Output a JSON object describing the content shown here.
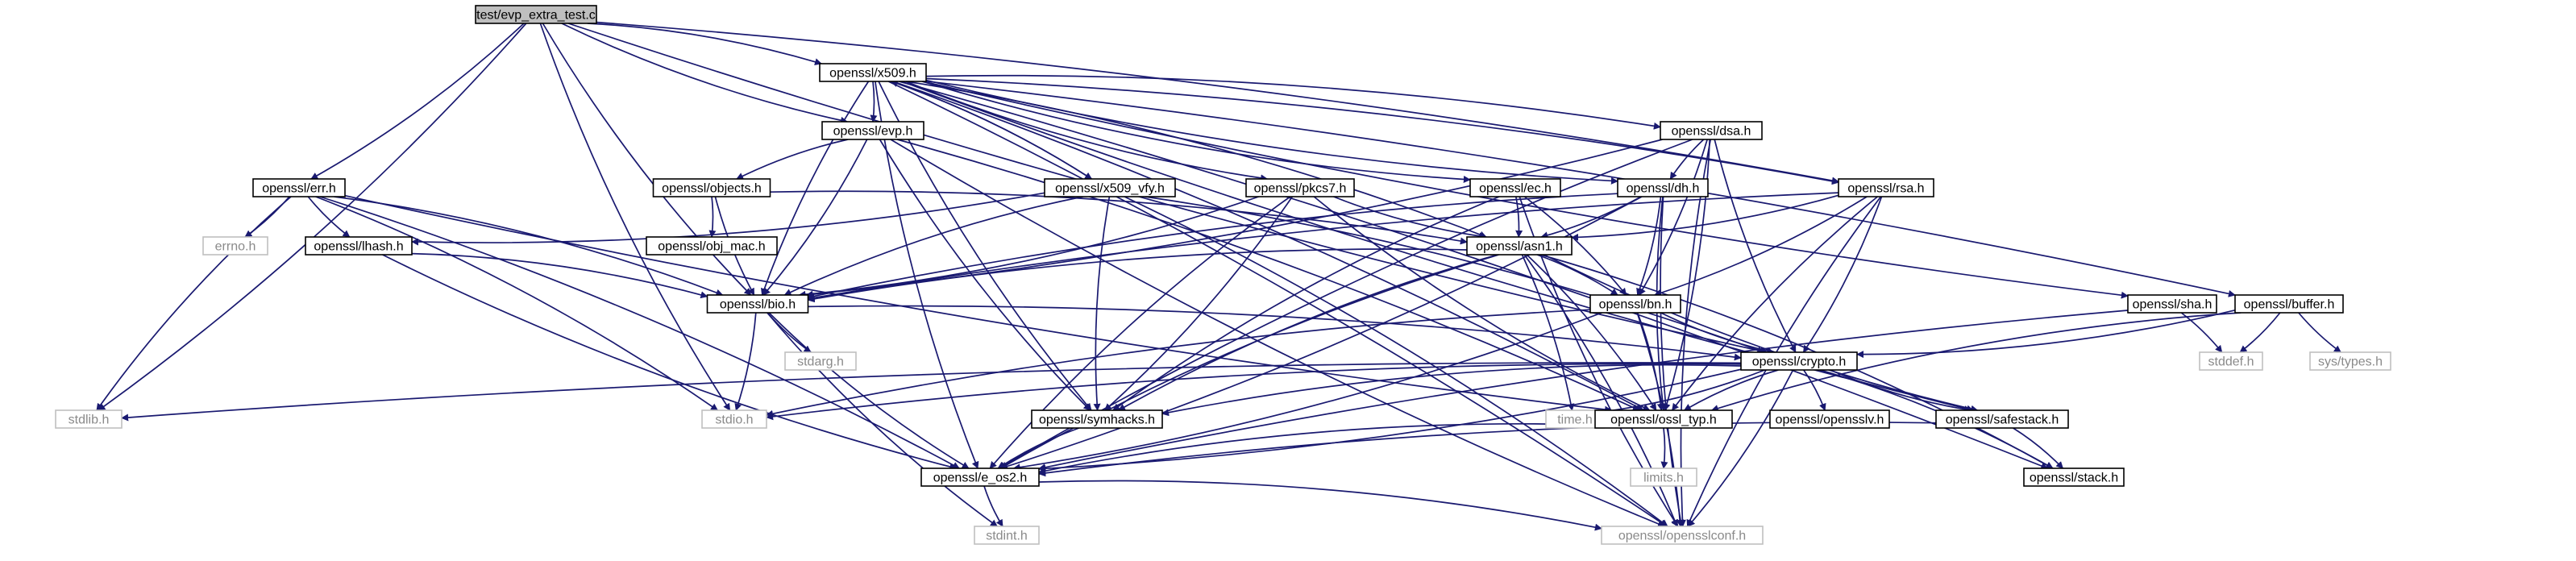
{
  "colors": {
    "edge": "#191970",
    "node_border": "#000000",
    "node_fill": "#ffffff",
    "root_fill": "#bfbfbf",
    "system_border": "#bfbfbf",
    "system_text": "#8a8a8a",
    "text": "#000000"
  },
  "nodes": [
    {
      "id": "root",
      "label": "test/evp_extra_test.c",
      "kind": "root"
    },
    {
      "id": "x509",
      "label": "openssl/x509.h",
      "kind": "header"
    },
    {
      "id": "evp",
      "label": "openssl/evp.h",
      "kind": "header"
    },
    {
      "id": "err",
      "label": "openssl/err.h",
      "kind": "header"
    },
    {
      "id": "dsa",
      "label": "openssl/dsa.h",
      "kind": "header"
    },
    {
      "id": "objects",
      "label": "openssl/objects.h",
      "kind": "header"
    },
    {
      "id": "x509_vfy",
      "label": "openssl/x509_vfy.h",
      "kind": "header"
    },
    {
      "id": "pkcs7",
      "label": "openssl/pkcs7.h",
      "kind": "header"
    },
    {
      "id": "ec",
      "label": "openssl/ec.h",
      "kind": "header"
    },
    {
      "id": "dh",
      "label": "openssl/dh.h",
      "kind": "header"
    },
    {
      "id": "rsa",
      "label": "openssl/rsa.h",
      "kind": "header"
    },
    {
      "id": "errno",
      "label": "errno.h",
      "kind": "system"
    },
    {
      "id": "lhash",
      "label": "openssl/lhash.h",
      "kind": "header"
    },
    {
      "id": "obj_mac",
      "label": "openssl/obj_mac.h",
      "kind": "header"
    },
    {
      "id": "asn1",
      "label": "openssl/asn1.h",
      "kind": "header"
    },
    {
      "id": "bio",
      "label": "openssl/bio.h",
      "kind": "header"
    },
    {
      "id": "bn",
      "label": "openssl/bn.h",
      "kind": "header"
    },
    {
      "id": "sha",
      "label": "openssl/sha.h",
      "kind": "header"
    },
    {
      "id": "buffer",
      "label": "openssl/buffer.h",
      "kind": "header"
    },
    {
      "id": "stdarg",
      "label": "stdarg.h",
      "kind": "system"
    },
    {
      "id": "crypto",
      "label": "openssl/crypto.h",
      "kind": "header"
    },
    {
      "id": "stddef",
      "label": "stddef.h",
      "kind": "system"
    },
    {
      "id": "systypes",
      "label": "sys/types.h",
      "kind": "system"
    },
    {
      "id": "stdlib",
      "label": "stdlib.h",
      "kind": "system"
    },
    {
      "id": "stdio",
      "label": "stdio.h",
      "kind": "system"
    },
    {
      "id": "symhacks",
      "label": "openssl/symhacks.h",
      "kind": "header"
    },
    {
      "id": "time",
      "label": "time.h",
      "kind": "system"
    },
    {
      "id": "ossl_typ",
      "label": "openssl/ossl_typ.h",
      "kind": "header"
    },
    {
      "id": "opensslv",
      "label": "openssl/opensslv.h",
      "kind": "header"
    },
    {
      "id": "safestack",
      "label": "openssl/safestack.h",
      "kind": "header"
    },
    {
      "id": "limits",
      "label": "limits.h",
      "kind": "system"
    },
    {
      "id": "e_os2",
      "label": "openssl/e_os2.h",
      "kind": "header"
    },
    {
      "id": "stack",
      "label": "openssl/stack.h",
      "kind": "header"
    },
    {
      "id": "stdint",
      "label": "stdint.h",
      "kind": "system"
    },
    {
      "id": "opensslconf",
      "label": "openssl/opensslconf.h",
      "kind": "system"
    }
  ],
  "edges": [
    [
      "root",
      "x509"
    ],
    [
      "root",
      "evp"
    ],
    [
      "root",
      "err"
    ],
    [
      "root",
      "bio"
    ],
    [
      "root",
      "stdlib"
    ],
    [
      "root",
      "stdio"
    ],
    [
      "root",
      "rsa"
    ],
    [
      "root",
      "crypto"
    ],
    [
      "x509",
      "evp"
    ],
    [
      "x509",
      "e_os2"
    ],
    [
      "x509",
      "ossl_typ"
    ],
    [
      "x509",
      "symhacks"
    ],
    [
      "x509",
      "buffer"
    ],
    [
      "x509",
      "bio"
    ],
    [
      "x509",
      "stack"
    ],
    [
      "x509",
      "safestack"
    ],
    [
      "x509",
      "asn1"
    ],
    [
      "x509",
      "ec"
    ],
    [
      "x509",
      "dsa"
    ],
    [
      "x509",
      "dh"
    ],
    [
      "x509",
      "rsa"
    ],
    [
      "x509",
      "sha"
    ],
    [
      "x509",
      "x509_vfy"
    ],
    [
      "x509",
      "pkcs7"
    ],
    [
      "x509",
      "opensslconf"
    ],
    [
      "evp",
      "opensslconf"
    ],
    [
      "evp",
      "ossl_typ"
    ],
    [
      "evp",
      "symhacks"
    ],
    [
      "evp",
      "bio"
    ],
    [
      "evp",
      "objects"
    ],
    [
      "err",
      "stdio"
    ],
    [
      "err",
      "stdlib"
    ],
    [
      "err",
      "e_os2"
    ],
    [
      "err",
      "ossl_typ"
    ],
    [
      "err",
      "bio"
    ],
    [
      "err",
      "lhash"
    ],
    [
      "err",
      "errno"
    ],
    [
      "dsa",
      "e_os2"
    ],
    [
      "dsa",
      "bio"
    ],
    [
      "dsa",
      "crypto"
    ],
    [
      "dsa",
      "ossl_typ"
    ],
    [
      "dsa",
      "opensslconf"
    ],
    [
      "dsa",
      "bn"
    ],
    [
      "dsa",
      "dh"
    ],
    [
      "objects",
      "obj_mac"
    ],
    [
      "objects",
      "bio"
    ],
    [
      "objects",
      "asn1"
    ],
    [
      "x509_vfy",
      "x509"
    ],
    [
      "x509_vfy",
      "lhash"
    ],
    [
      "x509_vfy",
      "bio"
    ],
    [
      "x509_vfy",
      "crypto"
    ],
    [
      "x509_vfy",
      "symhacks"
    ],
    [
      "x509_vfy",
      "opensslconf"
    ],
    [
      "pkcs7",
      "asn1"
    ],
    [
      "pkcs7",
      "bio"
    ],
    [
      "pkcs7",
      "e_os2"
    ],
    [
      "pkcs7",
      "symhacks"
    ],
    [
      "pkcs7",
      "ossl_typ"
    ],
    [
      "ec",
      "asn1"
    ],
    [
      "ec",
      "symhacks"
    ],
    [
      "ec",
      "bn"
    ],
    [
      "ec",
      "opensslconf"
    ],
    [
      "dh",
      "e_os2"
    ],
    [
      "dh",
      "bio"
    ],
    [
      "dh",
      "asn1"
    ],
    [
      "dh",
      "ossl_typ"
    ],
    [
      "dh",
      "bn"
    ],
    [
      "dh",
      "opensslconf"
    ],
    [
      "rsa",
      "asn1"
    ],
    [
      "rsa",
      "bio"
    ],
    [
      "rsa",
      "crypto"
    ],
    [
      "rsa",
      "ossl_typ"
    ],
    [
      "rsa",
      "bn"
    ],
    [
      "rsa",
      "opensslconf"
    ],
    [
      "lhash",
      "bio"
    ],
    [
      "lhash",
      "e_os2"
    ],
    [
      "asn1",
      "time"
    ],
    [
      "asn1",
      "e_os2"
    ],
    [
      "asn1",
      "opensslconf"
    ],
    [
      "asn1",
      "bio"
    ],
    [
      "asn1",
      "stack"
    ],
    [
      "asn1",
      "safestack"
    ],
    [
      "asn1",
      "ossl_typ"
    ],
    [
      "asn1",
      "symhacks"
    ],
    [
      "asn1",
      "bn"
    ],
    [
      "bio",
      "e_os2"
    ],
    [
      "bio",
      "stdio"
    ],
    [
      "bio",
      "stdarg"
    ],
    [
      "bio",
      "crypto"
    ],
    [
      "bio",
      "stdint"
    ],
    [
      "bn",
      "e_os2"
    ],
    [
      "bn",
      "stdio"
    ],
    [
      "bn",
      "ossl_typ"
    ],
    [
      "bn",
      "crypto"
    ],
    [
      "bn",
      "opensslconf"
    ],
    [
      "sha",
      "e_os2"
    ],
    [
      "sha",
      "stddef"
    ],
    [
      "buffer",
      "ossl_typ"
    ],
    [
      "buffer",
      "stddef"
    ],
    [
      "buffer",
      "systypes"
    ],
    [
      "buffer",
      "crypto"
    ],
    [
      "crypto",
      "stdlib"
    ],
    [
      "crypto",
      "e_os2"
    ],
    [
      "crypto",
      "stdio"
    ],
    [
      "crypto",
      "stack"
    ],
    [
      "crypto",
      "safestack"
    ],
    [
      "crypto",
      "opensslv"
    ],
    [
      "crypto",
      "ossl_typ"
    ],
    [
      "crypto",
      "opensslconf"
    ],
    [
      "crypto",
      "symhacks"
    ],
    [
      "crypto",
      "time"
    ],
    [
      "symhacks",
      "e_os2"
    ],
    [
      "ossl_typ",
      "limits"
    ],
    [
      "ossl_typ",
      "e_os2"
    ],
    [
      "safestack",
      "stack"
    ],
    [
      "safestack",
      "e_os2"
    ],
    [
      "e_os2",
      "opensslconf"
    ],
    [
      "e_os2",
      "stdint"
    ]
  ]
}
